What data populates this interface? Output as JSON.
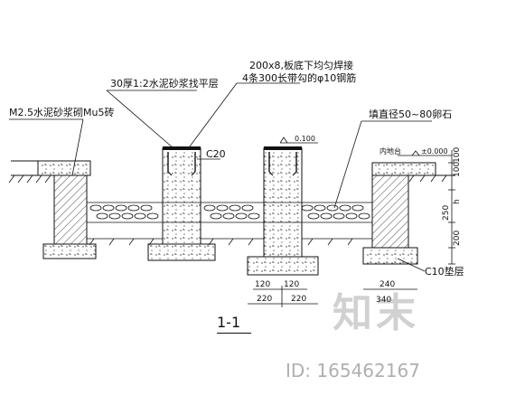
{
  "annotations": {
    "mortar_layer": "30厚1:2水泥砂浆找平层",
    "plate_note_1": "200x8,板底下均匀焊接",
    "plate_note_2": "4条300长带勾的φ10钢筋",
    "brick": "M2.5水泥砂浆砌Mu5砖",
    "concrete": "C20",
    "stone": "填直径50~80卵石",
    "elevation_left": "0.100",
    "elevation_right": "±0.000",
    "indoor_floor": "内地台",
    "cushion": "C10垫层",
    "section_label": "1-1"
  },
  "dimensions": {
    "d100a": "100",
    "d100b": "100",
    "d_h": "h",
    "d250": "250",
    "d200": "200",
    "d120a": "120",
    "d120b": "120",
    "d220a": "220",
    "d220b": "220",
    "d240": "240",
    "d340": "340"
  },
  "watermark": {
    "logo_text": "知末",
    "id_text": "ID: 165462167"
  },
  "colors": {
    "line": "#111111",
    "fill_concrete": "#ffffff",
    "watermark": "#8a8a8a"
  }
}
